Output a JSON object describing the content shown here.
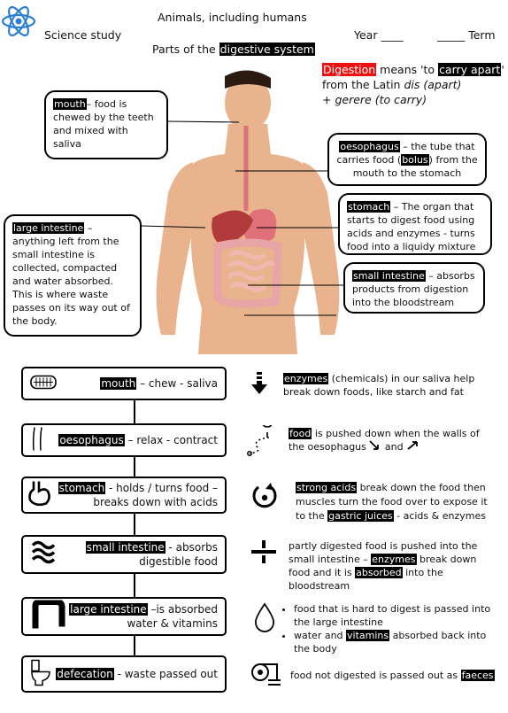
{
  "header": {
    "subject": "Science study",
    "unit": "Animals, including humans",
    "topic_prefix": "Parts of the ",
    "topic_highlight": "digestive system",
    "year_label": "Year ____",
    "term_label": "_____ Term"
  },
  "definition": {
    "word": "Digestion",
    "text1": " means 'to ",
    "highlight": "carry apart",
    "text2": "'",
    "line2_prefix": "from the Latin ",
    "line2_italic": "dis (apart)",
    "line3": "+ gerere (to carry)"
  },
  "callouts": {
    "mouth": {
      "term": "mouth",
      "text": "– food is chewed by the teeth and mixed with saliva"
    },
    "oesophagus": {
      "term": "oesophagus",
      "text1": " – the tube that carries food (",
      "bolus": "bolus",
      "text2": ") from the mouth to the stomach"
    },
    "stomach": {
      "term": "stomach",
      "text": " – The organ that starts to digest food using acids and enzymes - turns food into a liquidy mixture"
    },
    "large_intestine": {
      "term": "large intestine",
      "text": " – anything left from the small intestine is collected, compacted and water absorbed. This is where waste passes on its way out of the body."
    },
    "small_intestine": {
      "term": "small intestine",
      "text": " – absorbs products from digestion into the bloodstream"
    }
  },
  "flow": [
    {
      "term": "mouth",
      "line1": " – chew - saliva",
      "line2": "",
      "icon": "teeth-icon"
    },
    {
      "term": "oesophagus",
      "line1": " – relax - contract",
      "line2": "",
      "icon": "tube-icon"
    },
    {
      "term": "stomach",
      "line1": "  - holds / turns food –",
      "line2": "breaks down with acids",
      "icon": "stomach-icon"
    },
    {
      "term": "small intestine",
      "line1": "  - absorbs",
      "line2": "digestible food",
      "icon": "small-intestine-icon"
    },
    {
      "term": "large intestine",
      "line1": " –is absorbed",
      "line2": "water & vitamins",
      "icon": "large-intestine-icon"
    },
    {
      "term": "defecation",
      "line1": " -  waste passed out",
      "line2": "",
      "icon": "toilet-icon"
    }
  ],
  "descriptions": {
    "d1": {
      "h": "enzymes",
      "t": " (chemicals) in our saliva help break down foods, like starch and fat"
    },
    "d2": {
      "h": "food",
      "t1": " is pushed down when the walls of the oesophagus ",
      "and": "and"
    },
    "d3": {
      "h1": "strong acids",
      "t1": " break down the food then muscles turn the food over to expose it to the ",
      "h2": "gastric juices",
      "t2": "  - acids & enzymes"
    },
    "d4": {
      "t1": "partly digested food is pushed into the small intestine – ",
      "h1": "enzymes",
      "t2": " break down food and it is ",
      "h2": "absorbed",
      "t3": " into the bloodstream"
    },
    "d5": {
      "b1": "food that is hard to digest is passed into the large intestine",
      "b2a": "water and ",
      "h": "vitamins",
      "b2b": " absorbed back into the body"
    },
    "d6": {
      "t": "food not digested is passed out as ",
      "h": "faeces"
    }
  }
}
